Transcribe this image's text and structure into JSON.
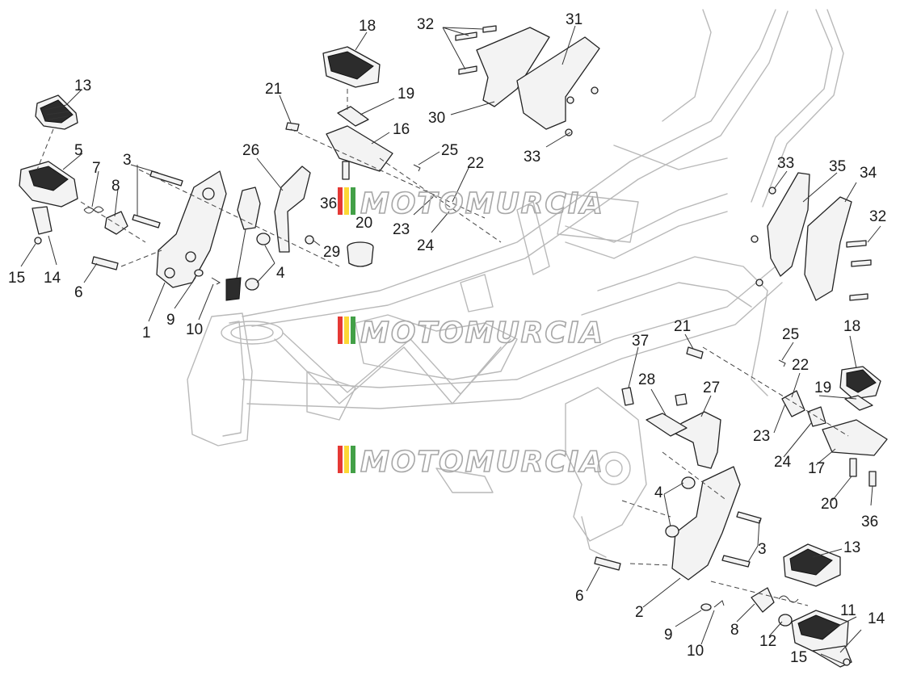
{
  "watermark": {
    "text": "MOTOMURCIA",
    "stripe_colors": [
      "#e53935",
      "#fdd835",
      "#43a047"
    ]
  },
  "callouts": [
    {
      "id": "c13a",
      "label": "13"
    },
    {
      "id": "c5a",
      "label": "5"
    },
    {
      "id": "c7",
      "label": "7"
    },
    {
      "id": "c8a",
      "label": "8"
    },
    {
      "id": "c3a",
      "label": "3"
    },
    {
      "id": "c15a",
      "label": "15"
    },
    {
      "id": "c14a",
      "label": "14"
    },
    {
      "id": "c6a",
      "label": "6"
    },
    {
      "id": "c1",
      "label": "1"
    },
    {
      "id": "c9a",
      "label": "9"
    },
    {
      "id": "c10a",
      "label": "10"
    },
    {
      "id": "c26",
      "label": "26"
    },
    {
      "id": "c29",
      "label": "29"
    },
    {
      "id": "c4a",
      "label": "4"
    },
    {
      "id": "c21a",
      "label": "21"
    },
    {
      "id": "c18a",
      "label": "18"
    },
    {
      "id": "c19a",
      "label": "19"
    },
    {
      "id": "c16",
      "label": "16"
    },
    {
      "id": "c36a",
      "label": "36"
    },
    {
      "id": "c20a",
      "label": "20"
    },
    {
      "id": "c25a",
      "label": "25"
    },
    {
      "id": "c22a",
      "label": "22"
    },
    {
      "id": "c23a",
      "label": "23"
    },
    {
      "id": "c24a",
      "label": "24"
    },
    {
      "id": "c32a",
      "label": "32"
    },
    {
      "id": "c31",
      "label": "31"
    },
    {
      "id": "c30",
      "label": "30"
    },
    {
      "id": "c33a",
      "label": "33"
    },
    {
      "id": "c33b",
      "label": "33"
    },
    {
      "id": "c35",
      "label": "35"
    },
    {
      "id": "c34",
      "label": "34"
    },
    {
      "id": "c32b",
      "label": "32"
    },
    {
      "id": "c37",
      "label": "37"
    },
    {
      "id": "c21b",
      "label": "21"
    },
    {
      "id": "c25b",
      "label": "25"
    },
    {
      "id": "c18b",
      "label": "18"
    },
    {
      "id": "c22b",
      "label": "22"
    },
    {
      "id": "c19b",
      "label": "19"
    },
    {
      "id": "c28",
      "label": "28"
    },
    {
      "id": "c27",
      "label": "27"
    },
    {
      "id": "c23b",
      "label": "23"
    },
    {
      "id": "c24b",
      "label": "24"
    },
    {
      "id": "c17",
      "label": "17"
    },
    {
      "id": "c4b",
      "label": "4"
    },
    {
      "id": "c20b",
      "label": "20"
    },
    {
      "id": "c36b",
      "label": "36"
    },
    {
      "id": "c3b",
      "label": "3"
    },
    {
      "id": "c13b",
      "label": "13"
    },
    {
      "id": "c6b",
      "label": "6"
    },
    {
      "id": "c2",
      "label": "2"
    },
    {
      "id": "c11",
      "label": "11"
    },
    {
      "id": "c14b",
      "label": "14"
    },
    {
      "id": "c9b",
      "label": "9"
    },
    {
      "id": "c8b",
      "label": "8"
    },
    {
      "id": "c12",
      "label": "12"
    },
    {
      "id": "c10b",
      "label": "10"
    },
    {
      "id": "c15b",
      "label": "15"
    }
  ]
}
